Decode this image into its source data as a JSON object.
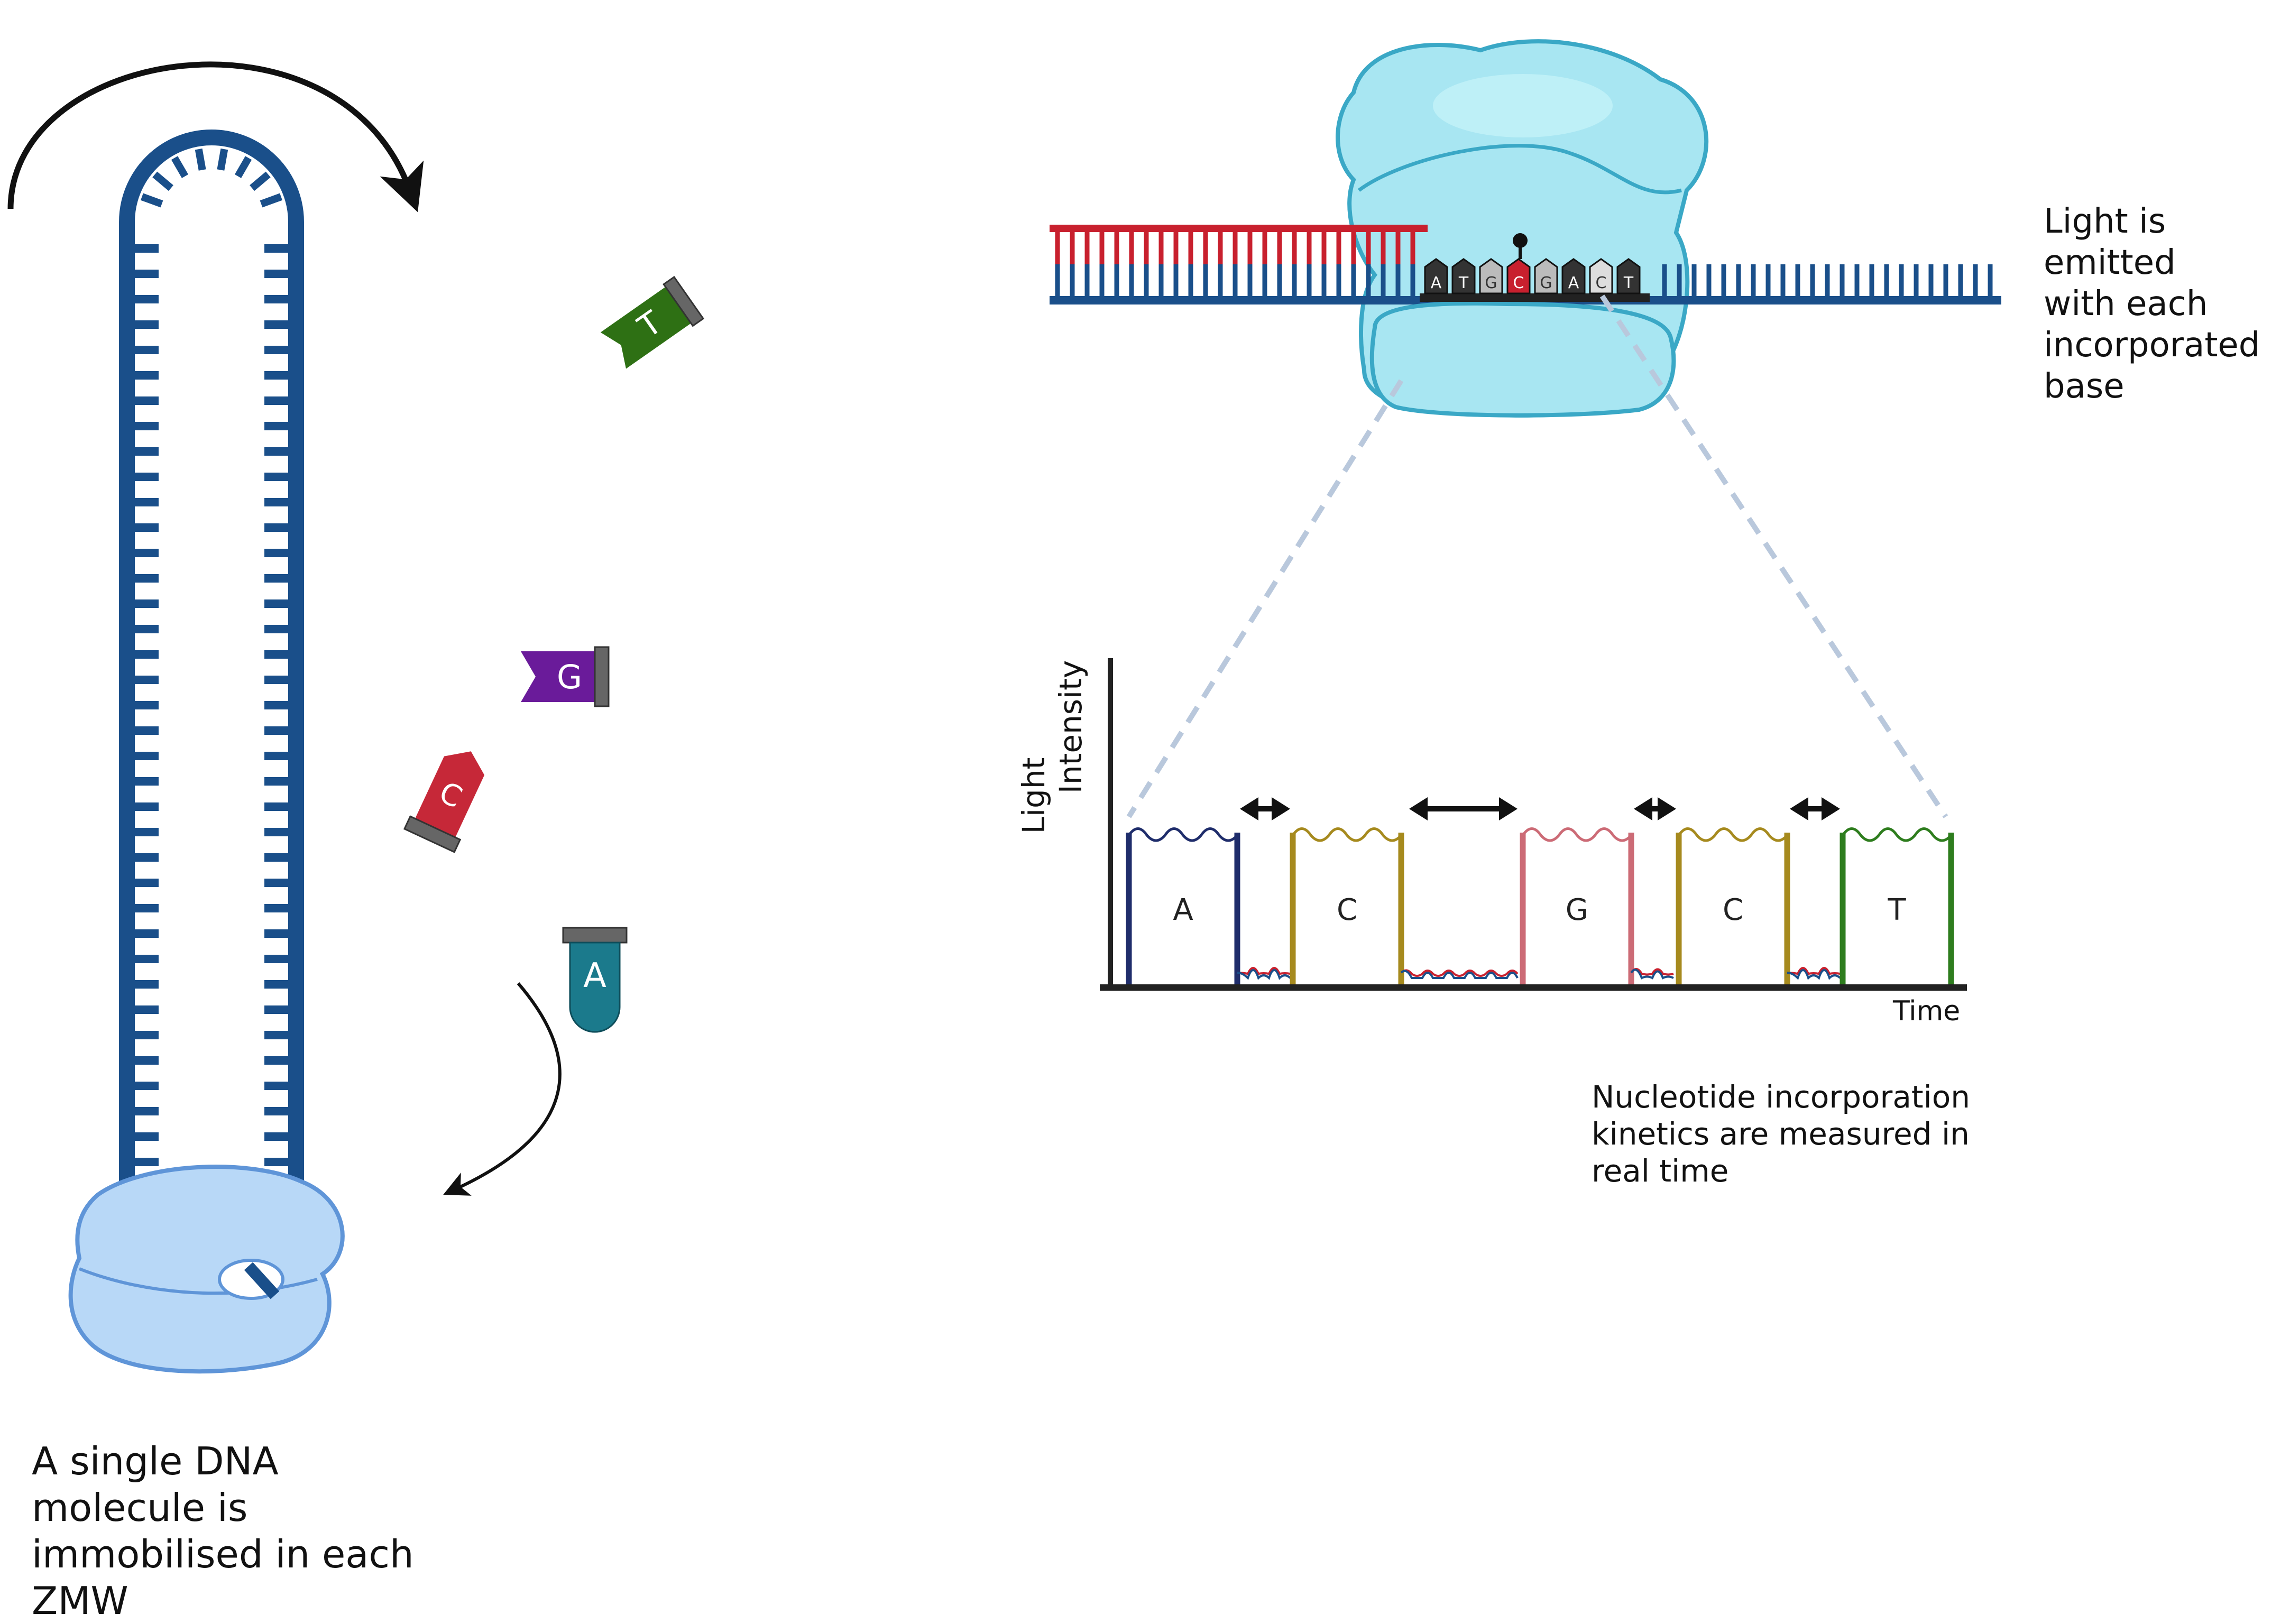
{
  "captions": {
    "immobilised": "A single DNA\nmolecule is\nimmobilised in each\nZMW",
    "light_emitted": "Light is emitted\nwith each\nincorporated\nbase",
    "kinetics": "Nucleotide incorporation\nkinetics are measured in\nreal time"
  },
  "nucleotides": [
    {
      "letter": "T",
      "color": "#2e7014"
    },
    {
      "letter": "G",
      "color": "#6a1b9a"
    },
    {
      "letter": "C",
      "color": "#c62838"
    },
    {
      "letter": "A",
      "color": "#1b7a8c"
    }
  ],
  "strand_bases": [
    "A",
    "T",
    "G",
    "C",
    "G",
    "A",
    "C",
    "T"
  ],
  "trace": {
    "ylabel_line1": "Light",
    "ylabel_line2": "Intensity",
    "xlabel": "Time",
    "pulses": [
      {
        "base": "A",
        "color": "#1f2d6b"
      },
      {
        "base": "C",
        "color": "#a68a1e"
      },
      {
        "base": "G",
        "color": "#cc6b76"
      },
      {
        "base": "C",
        "color": "#a68a1e"
      },
      {
        "base": "T",
        "color": "#2e7d1e"
      }
    ]
  },
  "colors": {
    "dna_blue": "#1a4f8a",
    "primer_red": "#c8202e",
    "polymerase": "#a8e6f2",
    "polymerase_edge": "#3aa8c6",
    "immobilised_polymerase": "#b8d8f7",
    "arrow": "#111111",
    "zoom_dash": "#b9c8dc"
  }
}
